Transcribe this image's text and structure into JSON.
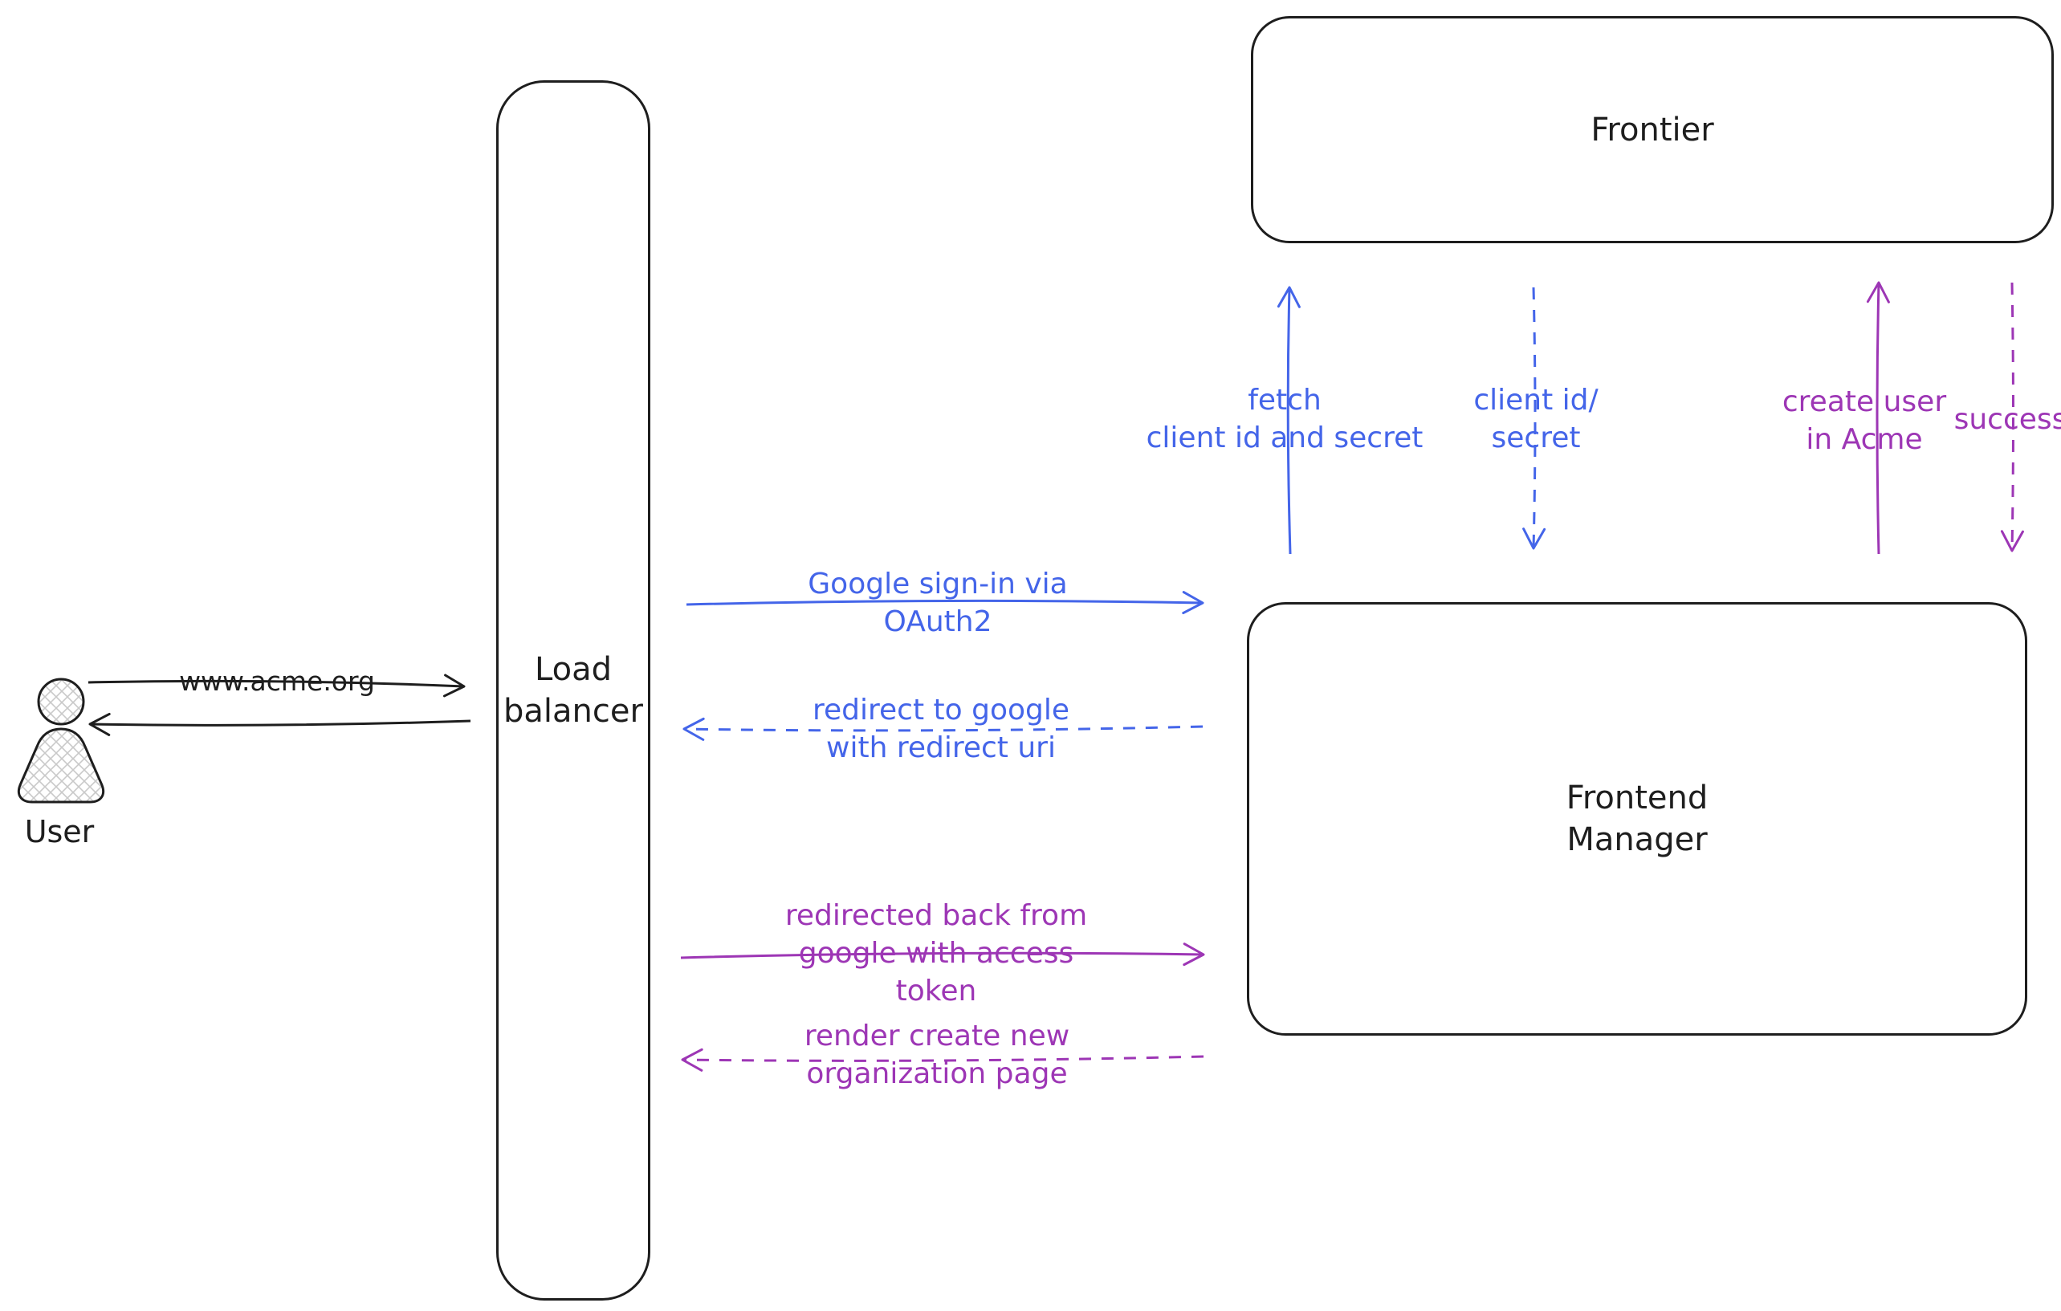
{
  "diagram": {
    "colors": {
      "stroke": "#1e1e1e",
      "blue": "#4465e9",
      "purple": "#9d36b5"
    },
    "nodes": {
      "user": {
        "label": "User"
      },
      "load_balancer": {
        "lines": [
          "Load",
          "balancer"
        ]
      },
      "frontier": {
        "lines": [
          "Frontier"
        ]
      },
      "frontend_manager": {
        "lines": [
          "Frontend",
          "Manager"
        ]
      }
    },
    "edges": {
      "www_acme": {
        "lines": [
          "www.acme.org"
        ]
      },
      "google_signin": {
        "lines": [
          "Google sign-in via",
          "OAuth2"
        ]
      },
      "redirect_google": {
        "lines": [
          "redirect to google",
          "with redirect uri"
        ]
      },
      "redirected_back": {
        "lines": [
          "redirected back from",
          "google with access",
          "token"
        ]
      },
      "render_create": {
        "lines": [
          "render create new",
          "organization page"
        ]
      },
      "fetch_client": {
        "lines": [
          "fetch",
          "client id and secret"
        ]
      },
      "client_id_secret": {
        "lines": [
          "client id/",
          "secret"
        ]
      },
      "create_user": {
        "lines": [
          "create user",
          "in Acme"
        ]
      },
      "success": {
        "lines": [
          "success"
        ]
      }
    }
  }
}
